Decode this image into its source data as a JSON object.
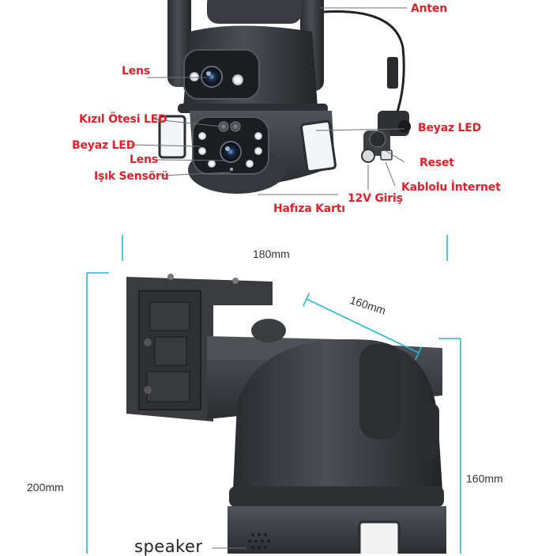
{
  "callouts": {
    "anten": "Anten",
    "lens_top": "Lens",
    "kizil_otesi_led": "Kızıl Ötesi LED",
    "beyaz_led_left": "Beyaz LED",
    "lens_bottom": "Lens",
    "isik_sensoru": "Işık Sensörü",
    "hafiza_karti": "Hafıza Kartı",
    "beyaz_led_right": "Beyaz LED",
    "reset": "Reset",
    "giris_12v": "12V Giriş",
    "kablolu_internet": "Kablolu İnternet"
  },
  "dimensions": {
    "width_top": "180mm",
    "depth": "160mm",
    "height_total": "200mm",
    "height_head": "160mm"
  },
  "labels": {
    "speaker": "speaker"
  },
  "colors": {
    "callout_red": "#e0202a",
    "dimension_cyan": "#29b6d6",
    "camera_body": "#3a3c40"
  }
}
